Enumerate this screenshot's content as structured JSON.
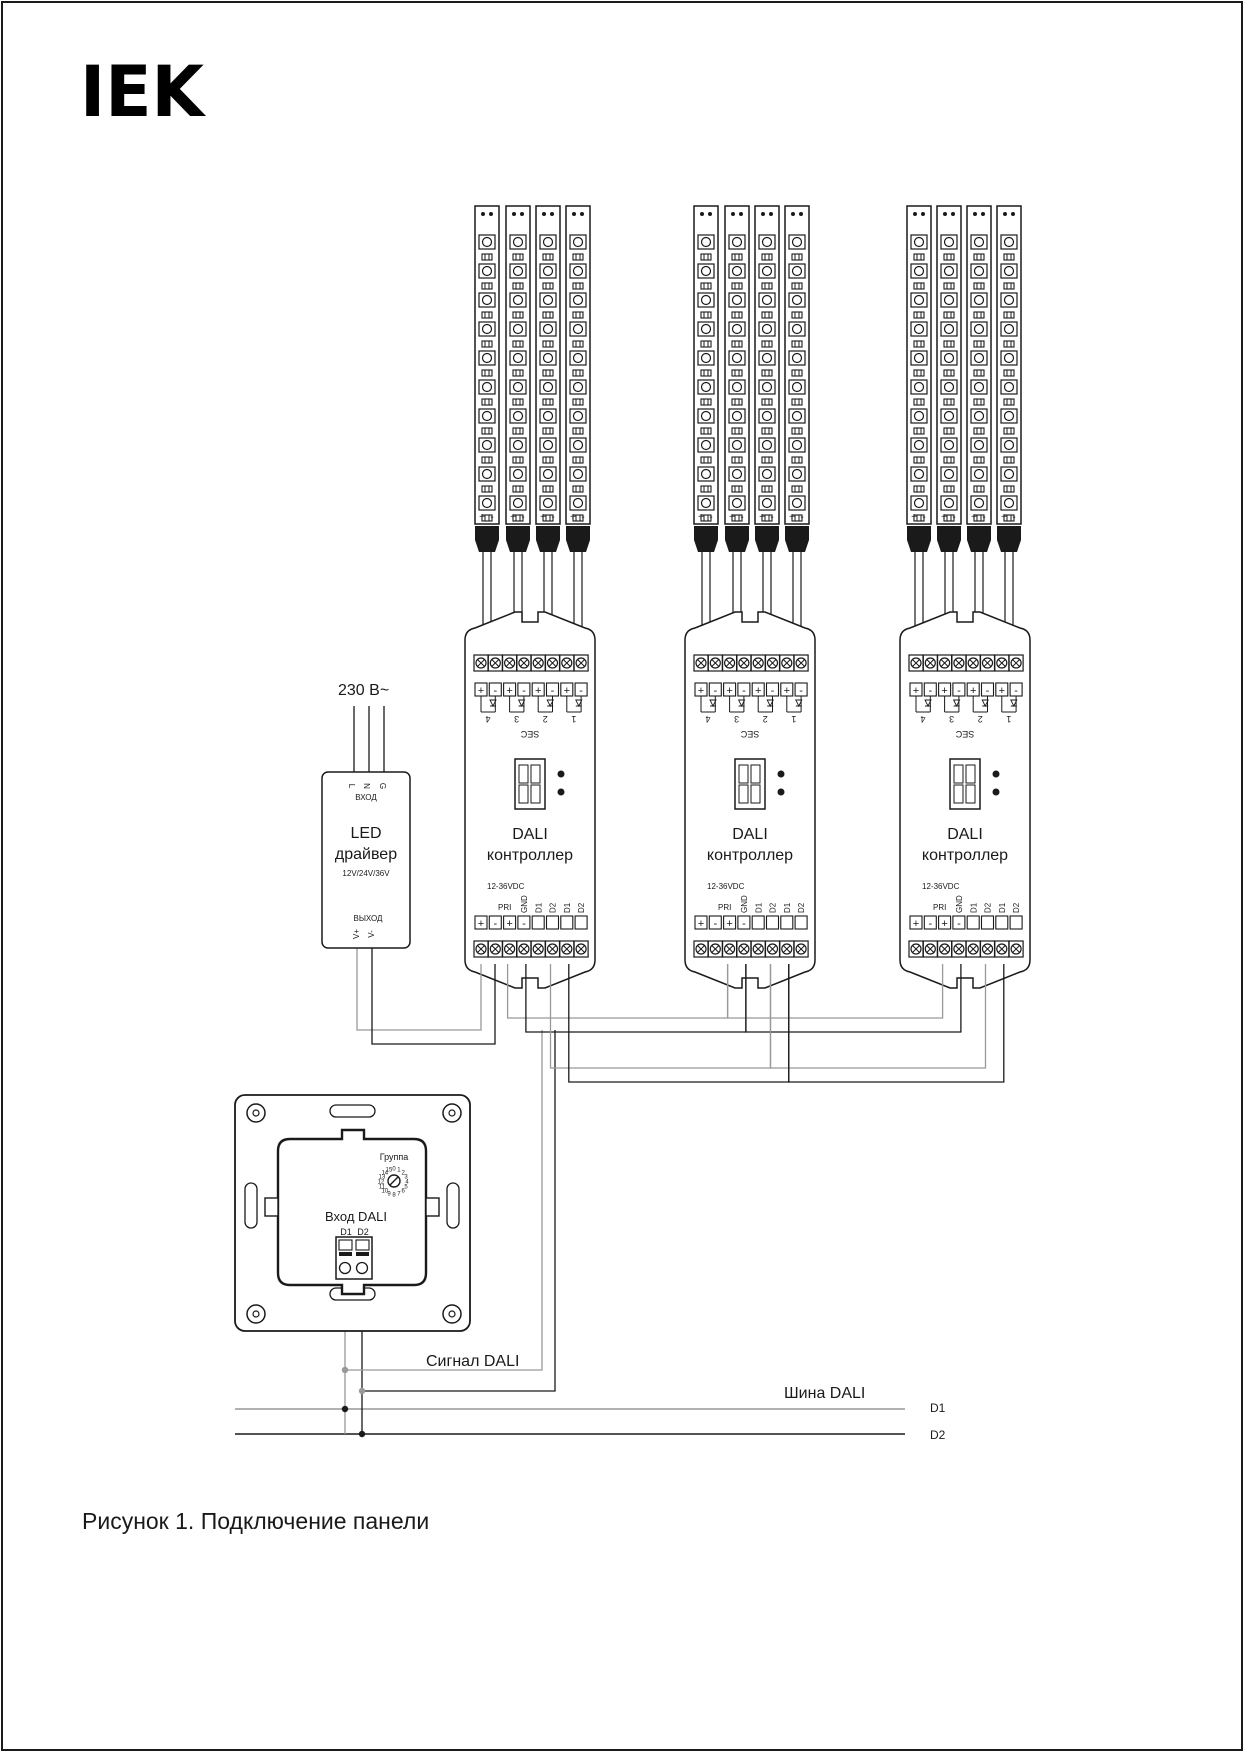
{
  "logo": "IEK",
  "supply": {
    "label": "230 В~"
  },
  "driver": {
    "input_label": "ВХОД",
    "input_pins": [
      "L",
      "N",
      "G"
    ],
    "title_line1": "LED",
    "title_line2": "драйвер",
    "voltage": "12V/24V/36V",
    "output_label": "ВЫХОД",
    "output_pins": [
      "V+",
      "V-"
    ]
  },
  "controller": {
    "title_line1": "DALI",
    "title_line2": "контроллер",
    "sec_label": "SEC",
    "channel_numbers": [
      "4",
      "3",
      "2",
      "1"
    ],
    "supply_label": "12-36VDC",
    "pri_label": "PRI",
    "bottom_pins": [
      "GND",
      "D1",
      "D2",
      "D1",
      "D2"
    ],
    "plus": "+",
    "minus": "-"
  },
  "strip": {
    "plus": "+",
    "minus": "-"
  },
  "panel": {
    "group_label": "Группа",
    "dial_digits": [
      "0",
      "1",
      "2",
      "3",
      "4",
      "5",
      "6",
      "7",
      "8",
      "9",
      "10",
      "11",
      "12",
      "13",
      "14",
      "15"
    ],
    "input_label": "Вход DALI",
    "pin_d1": "D1",
    "pin_d2": "D2"
  },
  "labels": {
    "signal": "Сигнал DALI",
    "bus": "Шина DALI",
    "d1": "D1",
    "d2": "D2"
  },
  "caption": "Рисунок 1. Подключение панели",
  "colors": {
    "line": "#1a1a1a",
    "grey_wire": "#999999",
    "background": "#ffffff"
  }
}
